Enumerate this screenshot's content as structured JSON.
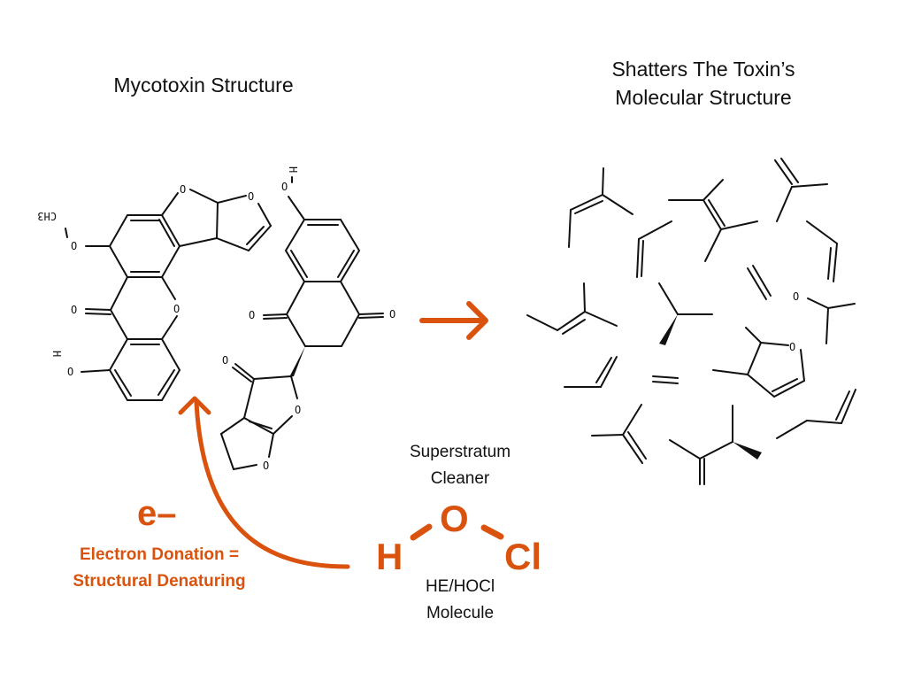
{
  "titles": {
    "left": "Mycotoxin Structure",
    "right_line1": "Shatters The Toxin’s",
    "right_line2": "Molecular Structure"
  },
  "atoms": {
    "oxygen": "O",
    "hydrogen": "H",
    "methyl": "CH3"
  },
  "reagent": {
    "label_line1": "Superstratum",
    "label_line2": "Cleaner",
    "formula_h": "H",
    "formula_o": "O",
    "formula_cl": "Cl",
    "name_line1": "HE/HOCl",
    "name_line2": "Molecule"
  },
  "annotation": {
    "electron": "e–",
    "line1": "Electron Donation =",
    "line2": "Structural Denaturing"
  },
  "colors": {
    "accent": "#d9530e",
    "ink": "#111111",
    "background": "#ffffff"
  },
  "icons": {
    "reaction_arrow": "arrow-right-icon",
    "donation_arrow": "curved-arrow-up-icon"
  }
}
